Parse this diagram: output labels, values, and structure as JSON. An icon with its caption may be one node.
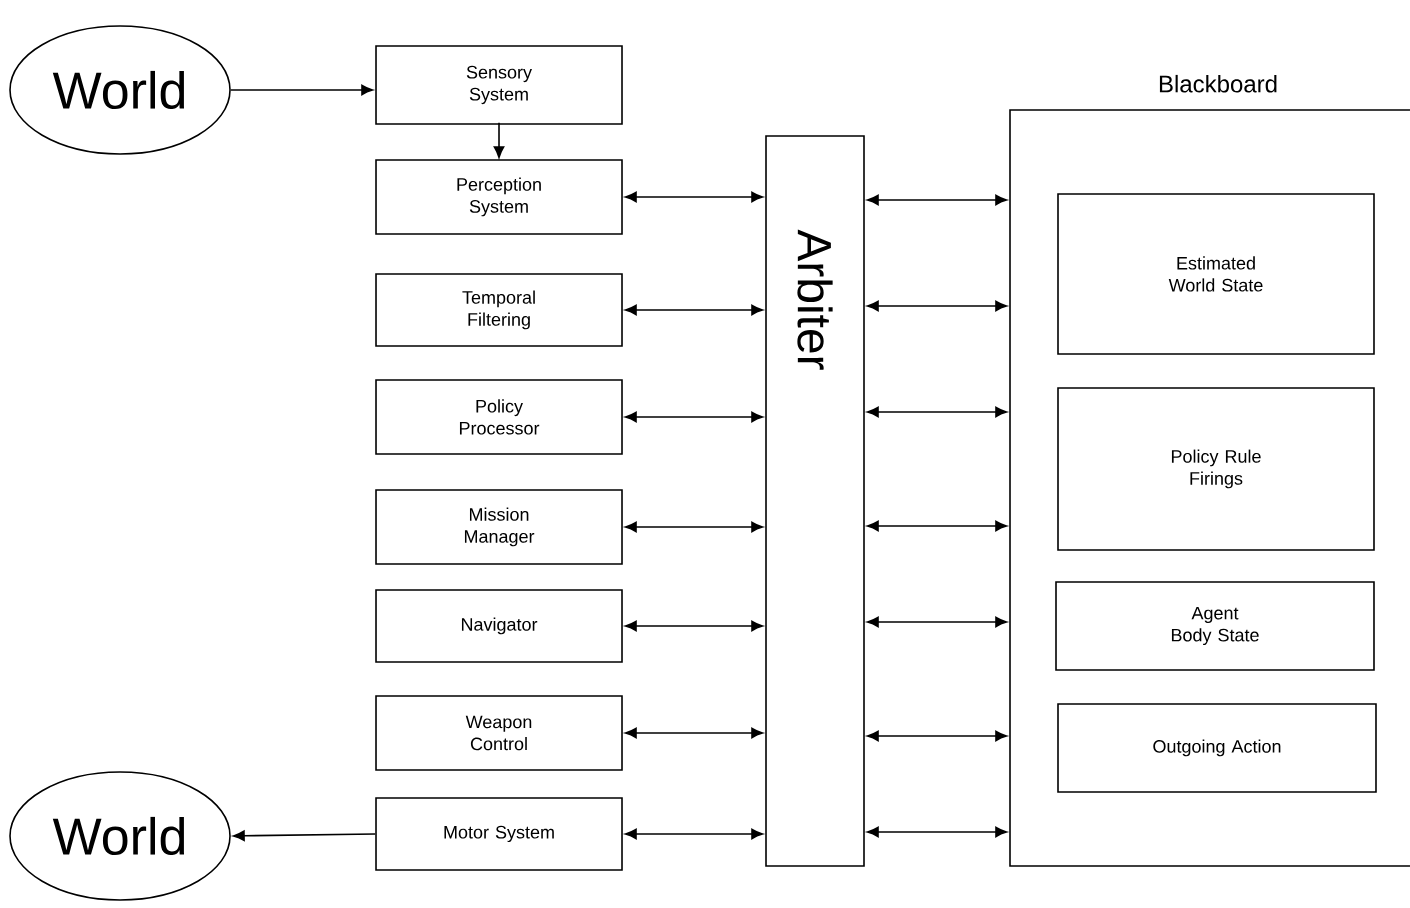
{
  "diagram": {
    "nodes": [
      {
        "text": [
          "World"
        ]
      },
      {
        "text": [
          "Sensory System"
        ]
      },
      {
        "text": [
          "Perception System"
        ]
      },
      {
        "text": [
          "Temporal Filtering"
        ]
      },
      {
        "text": [
          "Policy Processor"
        ]
      },
      {
        "text": [
          "Mission Manager"
        ]
      },
      {
        "text": [
          "Navigator"
        ]
      },
      {
        "text": [
          "Weapon Control"
        ]
      },
      {
        "text": [
          "Motor System"
        ]
      },
      {
        "text": [
          "World"
        ]
      },
      {
        "text": [
          "Arbiter"
        ]
      },
      {
        "text": [
          "Blackboard"
        ]
      },
      {
        "text": [
          "Estimated World State"
        ],
        "in": 11
      },
      {
        "text": [
          "Policy Rule Firings"
        ],
        "in": 11
      },
      {
        "text": [
          "Agent Body State"
        ],
        "in": 11
      },
      {
        "text": [
          "Outgoing Action"
        ],
        "in": 11
      }
    ],
    "edges": [
      {
        "from": 0,
        "to": 1,
        "arrow": "to"
      },
      {
        "from": 1,
        "to": 2,
        "arrow": "to"
      },
      {
        "from": 2,
        "to": 10,
        "arrow": "both"
      },
      {
        "from": 3,
        "to": 10,
        "arrow": "both"
      },
      {
        "from": 4,
        "to": 10,
        "arrow": "both"
      },
      {
        "from": 5,
        "to": 10,
        "arrow": "both"
      },
      {
        "from": 6,
        "to": 10,
        "arrow": "both"
      },
      {
        "from": 7,
        "to": 10,
        "arrow": "both"
      },
      {
        "from": 8,
        "to": 10,
        "arrow": "both"
      },
      {
        "from": 8,
        "to": 9,
        "arrow": "to"
      },
      {
        "from": 10,
        "to": 11,
        "arrow": "both"
      },
      {
        "from": 10,
        "to": 11,
        "arrow": "both"
      },
      {
        "from": 10,
        "to": 11,
        "arrow": "both"
      },
      {
        "from": 10,
        "to": 11,
        "arrow": "both"
      },
      {
        "from": 10,
        "to": 11,
        "arrow": "both"
      },
      {
        "from": 10,
        "to": 11,
        "arrow": "both"
      },
      {
        "from": 10,
        "to": 11,
        "arrow": "both"
      }
    ]
  }
}
